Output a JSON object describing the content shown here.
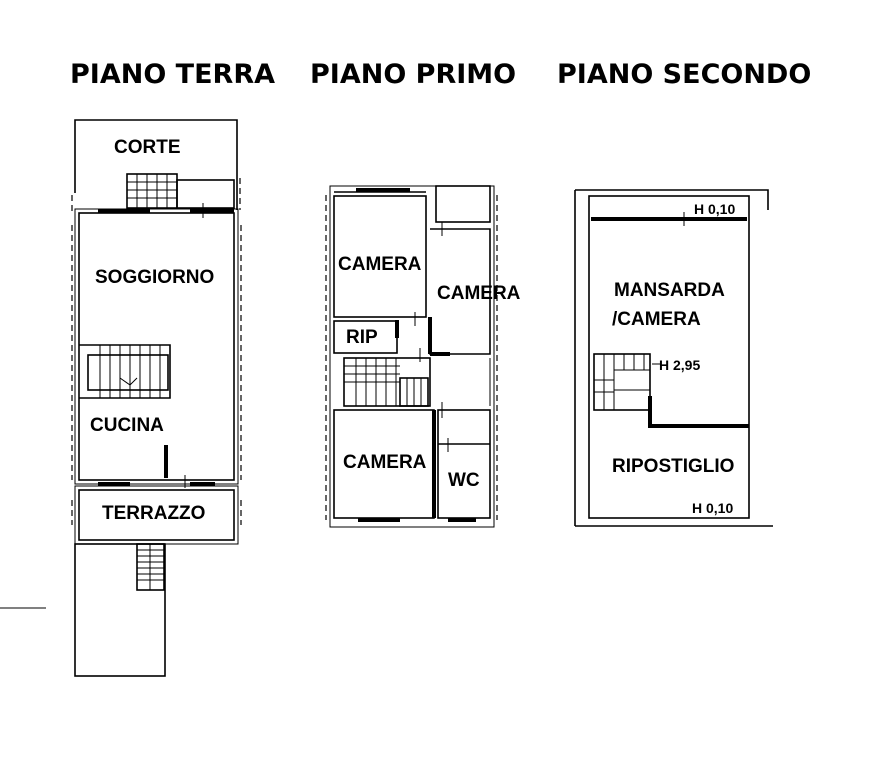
{
  "floors": {
    "ground": {
      "title": "PIANO TERRA",
      "rooms": {
        "corte": "CORTE",
        "soggiorno": "SOGGIORNO",
        "cucina": "CUCINA",
        "terrazzo": "TERRAZZO"
      }
    },
    "first": {
      "title": "PIANO PRIMO",
      "rooms": {
        "camera_top_left": "CAMERA",
        "camera_top_right": "CAMERA",
        "rip": "RIP",
        "camera_bottom": "CAMERA",
        "wc": "WC"
      }
    },
    "second": {
      "title": "PIANO SECONDO",
      "rooms": {
        "mansarda_line1": "MANSARDA",
        "mansarda_line2": "/CAMERA",
        "ripostiglio": "RIPOSTIGLIO"
      },
      "heights": {
        "top": "H 0,10",
        "stair": "H 2,95",
        "bottom": "H 0,10"
      }
    }
  }
}
